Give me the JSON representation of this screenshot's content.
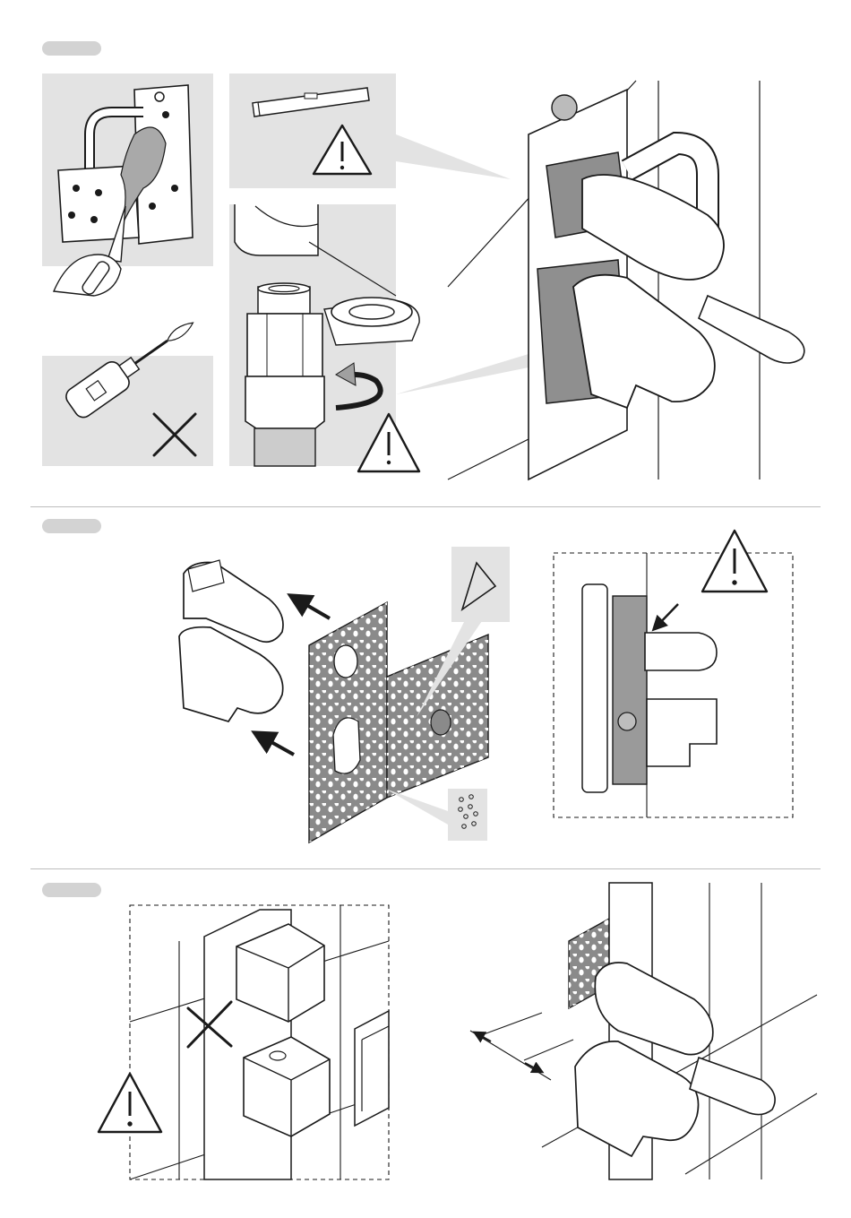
{
  "document": {
    "type": "installation-instructions",
    "sections": [
      {
        "id": "step-1",
        "panels": [
          "plaster-trowel",
          "level-warning",
          "no-flame",
          "thread-sealing-warning",
          "valve-body-mounted"
        ]
      },
      {
        "id": "step-2",
        "panels": [
          "covers-with-perforated-plate",
          "plate-corner-detail",
          "hole-pattern-detail",
          "side-view-warning"
        ]
      },
      {
        "id": "step-3",
        "panels": [
          "cut-cover-warning",
          "cover-depth-measure"
        ]
      }
    ],
    "icons": [
      "warning-triangle-icon",
      "prohibited-cross-icon",
      "direction-arrow-icon",
      "rotation-arrow-icon"
    ],
    "colors": {
      "line": "#1a1a1a",
      "panel_bg": "#e3e3e3",
      "pill": "#d3d3d3",
      "divider": "#bdbdbd",
      "plate": "#8a8a8a"
    }
  }
}
